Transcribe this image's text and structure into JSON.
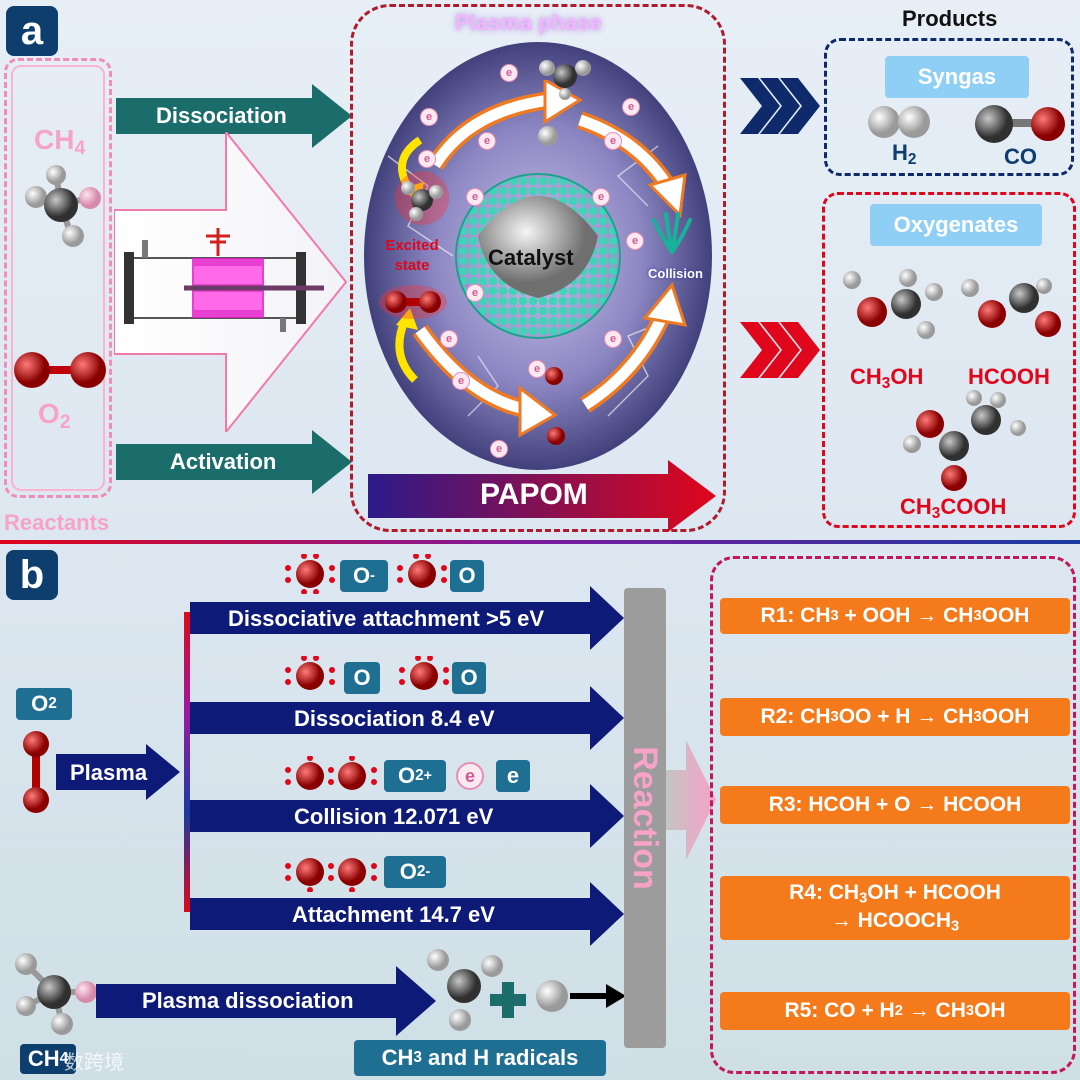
{
  "panel_a": {
    "letter": "a",
    "reactants": {
      "ch4": "CH",
      "ch4_sub": "4",
      "o2": "O",
      "o2_sub": "2",
      "label": "Reactants"
    },
    "arrows": {
      "dissociation": "Dissociation",
      "activation": "Activation"
    },
    "plasma": {
      "title": "Plasma phase",
      "catalyst": "Catalyst",
      "excited_1": "Excited",
      "excited_2": "state",
      "collision": "Collision",
      "electron": "e",
      "papom": "PAPOM"
    },
    "products": {
      "title": "Products",
      "syngas": "Syngas",
      "h2": "H",
      "h2_sub": "2",
      "co": "CO",
      "oxygenates": "Oxygenates",
      "ch3oh_a": "CH",
      "ch3oh_sub": "3",
      "ch3oh_b": "OH",
      "hcooh": "HCOOH",
      "ch3cooh_a": "CH",
      "ch3cooh_sub": "3",
      "ch3cooh_b": "COOH"
    }
  },
  "panel_b": {
    "letter": "b",
    "o2_tag": "O",
    "o2_tag_sub": "2",
    "plasma": "Plasma",
    "paths": [
      {
        "label": "Dissociative attachment >5 eV"
      },
      {
        "label": "Dissociation 8.4 eV"
      },
      {
        "label": "Collision 12.071 eV"
      },
      {
        "label": "Attachment 14.7 eV"
      }
    ],
    "species": {
      "o_minus": "O",
      "o_minus_sup": "-",
      "o": "O",
      "o2_plus": "O",
      "o2_plus_sub": "2",
      "o2_plus_sup": "+",
      "e": "e",
      "o2_minus": "O",
      "o2_minus_sub": "2",
      "o2_minus_sup": "-"
    },
    "reaction": "Reaction",
    "plasma_dissociation": "Plasma dissociation",
    "ch4_tag": "CH",
    "ch4_tag_sub": "4",
    "radicals_a": "CH",
    "radicals_sub": "3",
    "radicals_b": " and H radicals",
    "reactions": [
      {
        "a": "R1: CH",
        "s1": "3",
        "b": " + OOH → CH",
        "s2": "3",
        "c": "OOH"
      },
      {
        "a": "R2: CH",
        "s1": "3",
        "b": "OO + H → CH",
        "s2": "3",
        "c": "OOH"
      },
      {
        "a": "R3: HCOH + O → HCOOH",
        "s1": "",
        "b": "",
        "s2": "",
        "c": ""
      },
      {
        "a": "R4: CH",
        "s1": "3",
        "b": "OH + HCOOH",
        "line2a": "→ HCOOCH",
        "line2s": "3"
      },
      {
        "a": "R5: CO + H",
        "s1": "2",
        "b": " → CH",
        "s2": "3",
        "c": "OH"
      }
    ]
  },
  "watermark": "数跨境",
  "colors": {
    "teal": "#1a6d6a",
    "navy": "#0e1a78",
    "orange": "#f57a1c",
    "red": "#e0061b",
    "pink": "#f7a2c7",
    "dark_navy": "#0d3e6e"
  }
}
